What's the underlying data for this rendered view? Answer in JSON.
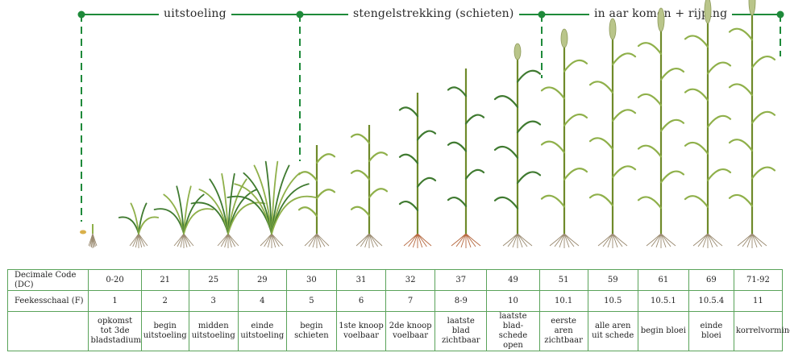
{
  "phases": [
    {
      "name": "uitstoeling"
    },
    {
      "name": "stengelstrekking (schieten)"
    },
    {
      "name": "in aar komen + rijping"
    }
  ],
  "colors": {
    "phase_line": "#1e8a3a",
    "table_border": "#5aa35a",
    "stem": "#6f8a2a",
    "leaf_dark": "#3f7a30",
    "leaf_light": "#8fb04a",
    "root": "#9a8a70",
    "root_red": "#b5673e",
    "ear": "#b9c58a"
  },
  "table": {
    "dc_label": "Decimale Code (DC)",
    "f_label": "Feekesschaal (F)",
    "stages": [
      {
        "dc": "0-20",
        "f": "1",
        "desc": [
          "opkomst tot 3de",
          "bladstadium"
        ]
      },
      {
        "dc": "21",
        "f": "2",
        "desc": [
          "begin",
          "uitstoeling"
        ]
      },
      {
        "dc": "25",
        "f": "3",
        "desc": [
          "midden",
          "uitstoeling"
        ]
      },
      {
        "dc": "29",
        "f": "4",
        "desc": [
          "einde",
          "uitstoeling"
        ]
      },
      {
        "dc": "30",
        "f": "5",
        "desc": [
          "begin",
          "schieten"
        ]
      },
      {
        "dc": "31",
        "f": "6",
        "desc": [
          "1ste knoop",
          "voelbaar"
        ]
      },
      {
        "dc": "32",
        "f": "7",
        "desc": [
          "2de knoop",
          "voelbaar"
        ]
      },
      {
        "dc": "37",
        "f": "8-9",
        "desc": [
          "laatste blad",
          "zichtbaar"
        ]
      },
      {
        "dc": "49",
        "f": "10",
        "desc": [
          "laatste blad-",
          "schede open"
        ]
      },
      {
        "dc": "51",
        "f": "10.1",
        "desc": [
          "eerste aren",
          "zichtbaar"
        ]
      },
      {
        "dc": "59",
        "f": "10.5",
        "desc": [
          "alle aren",
          "uit schede"
        ]
      },
      {
        "dc": "61",
        "f": "10.5.1",
        "desc": [
          "begin bloei"
        ]
      },
      {
        "dc": "69",
        "f": "10.5.4",
        "desc": [
          "einde bloei"
        ]
      },
      {
        "dc": "71-92",
        "f": "11",
        "desc": [
          "korrelvorming"
        ]
      }
    ]
  }
}
